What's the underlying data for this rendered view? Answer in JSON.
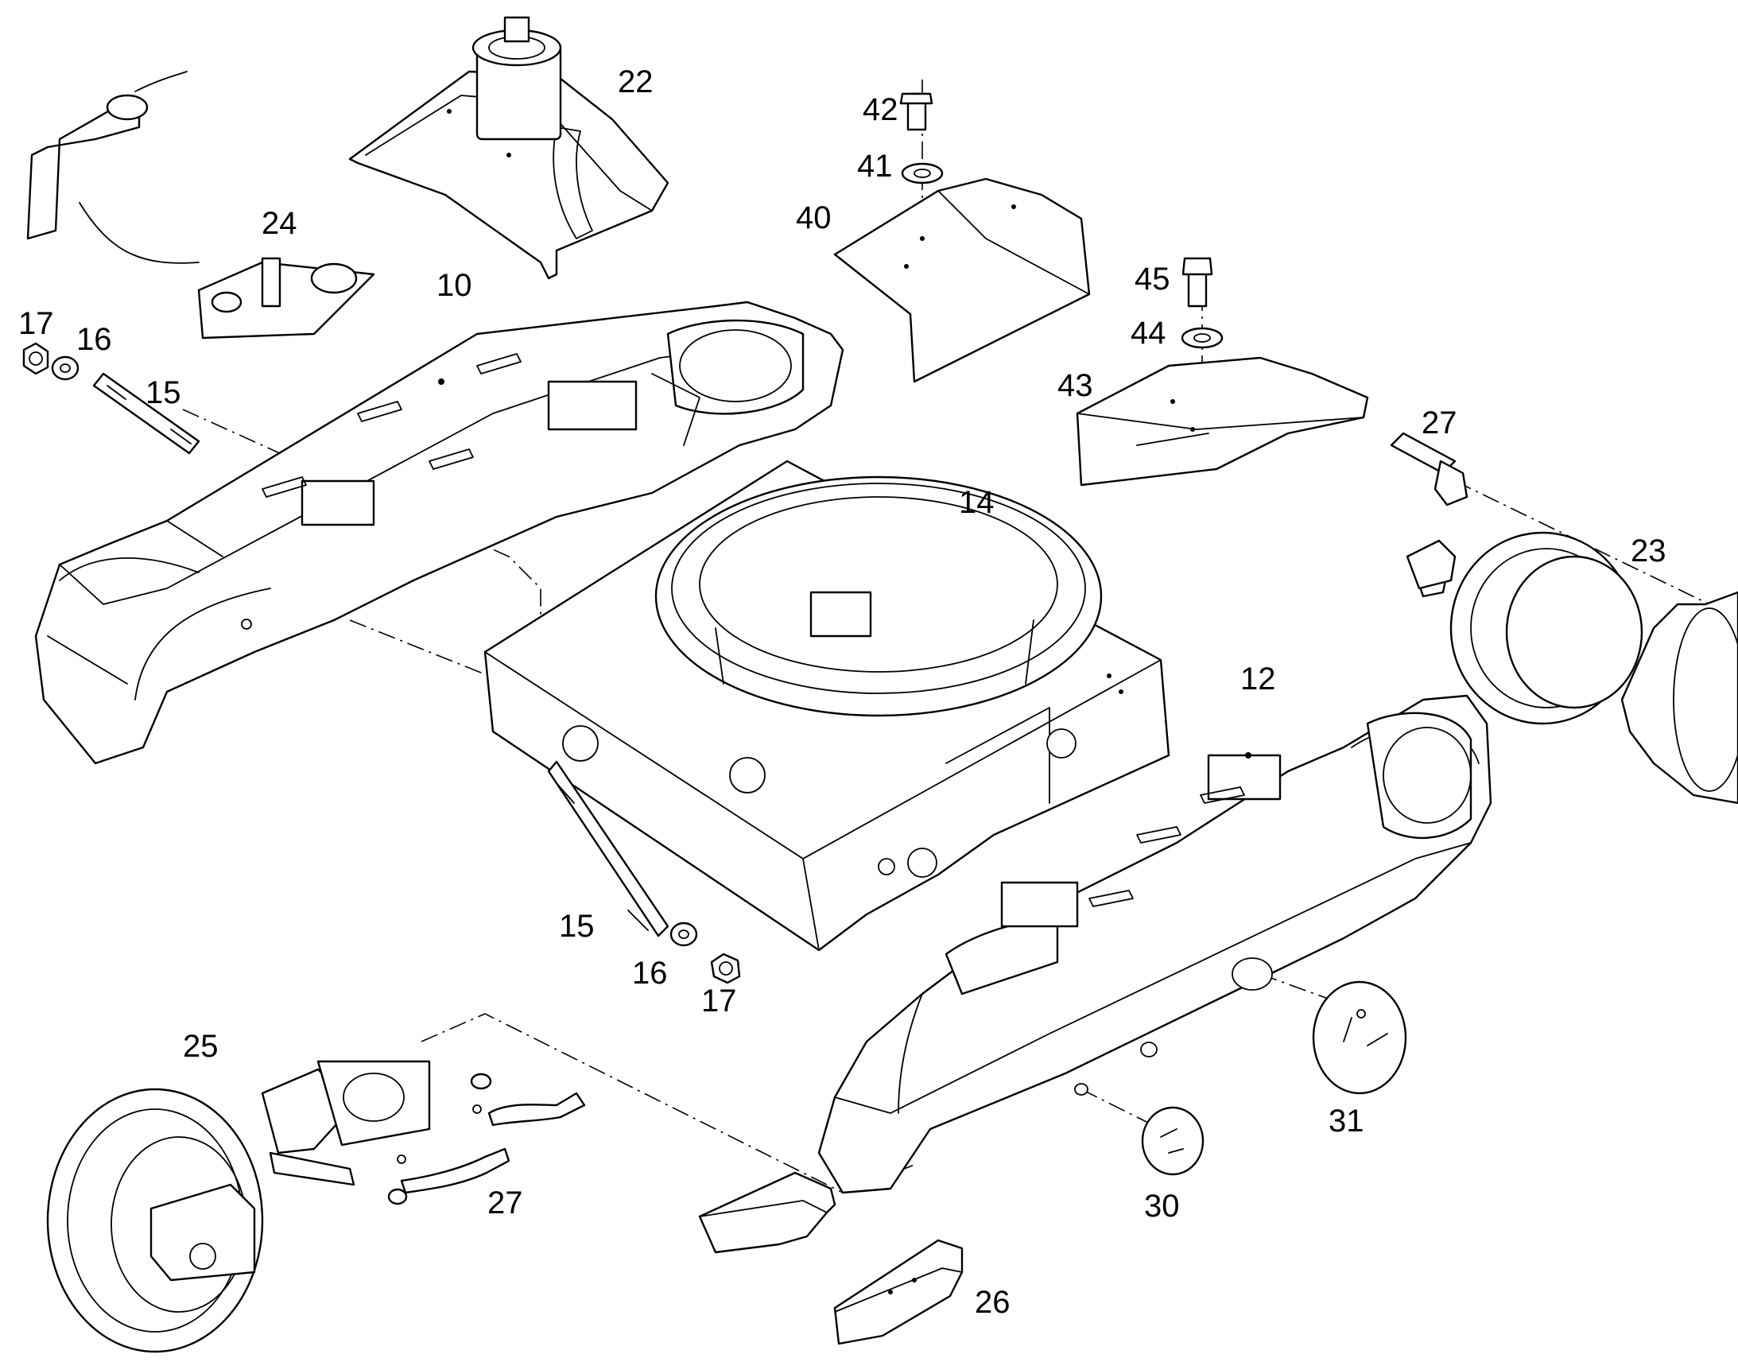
{
  "diagram": {
    "type": "exploded-parts-drawing",
    "subject": "undercarriage",
    "stroke_color": "#000000",
    "background_color": "#ffffff"
  },
  "callouts": {
    "c10": "10",
    "c12": "12",
    "c14": "14",
    "c15a": "15",
    "c15b": "15",
    "c16a": "16",
    "c16b": "16",
    "c17a": "17",
    "c17b": "17",
    "c22": "22",
    "c23": "23",
    "c24": "24",
    "c25": "25",
    "c26": "26",
    "c27a": "27",
    "c27b": "27",
    "c30": "30",
    "c31": "31",
    "c40": "40",
    "c41": "41",
    "c42": "42",
    "c43": "43",
    "c44": "44",
    "c45": "45"
  }
}
